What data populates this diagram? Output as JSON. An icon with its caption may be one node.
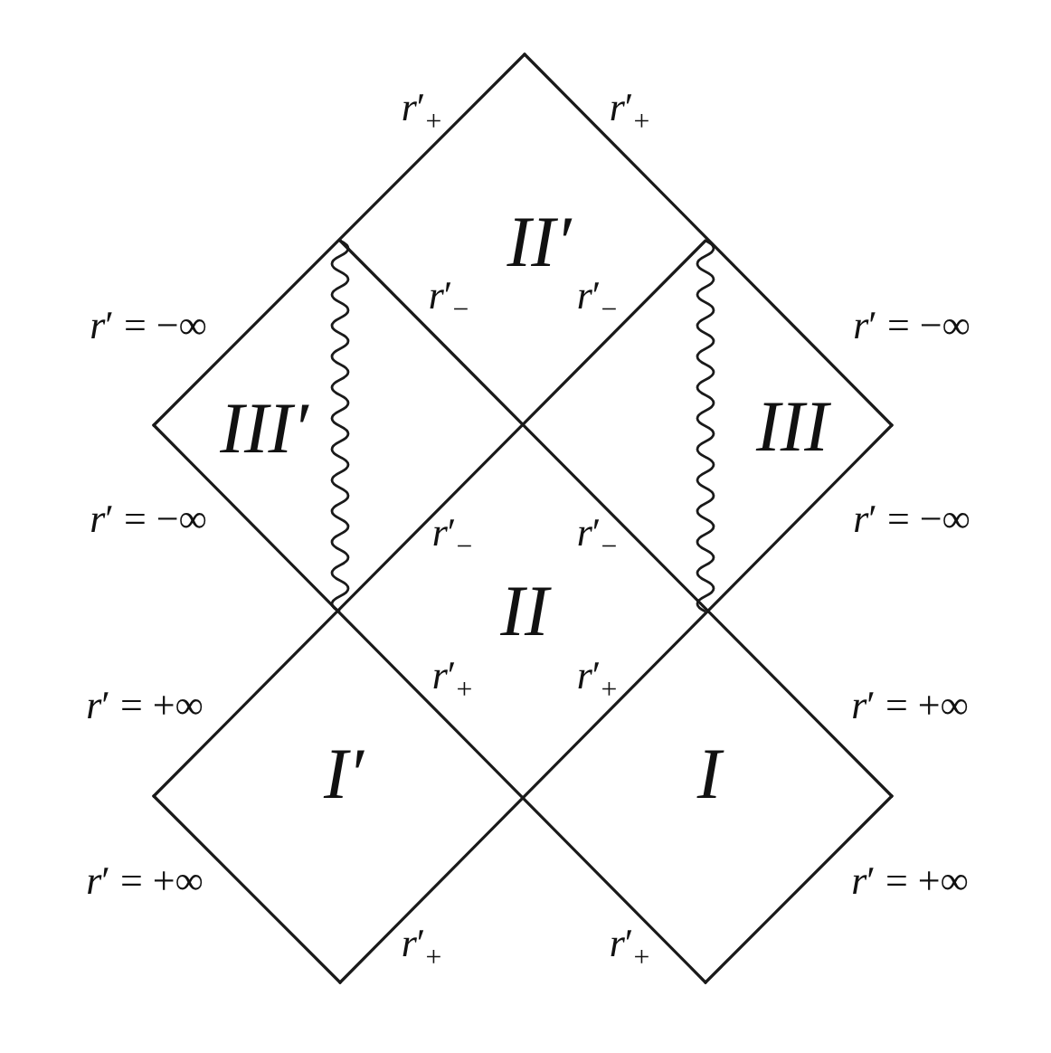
{
  "diagram": {
    "labels": [
      "*r*′$_{+}$",
      "*r*′$_{+}$",
      "II′",
      "*r*′ = −∞",
      "*r*′$_{−}$",
      "*r*′$_{−}$",
      "*r*′ = −∞",
      "III′",
      "III",
      "*r*′ = −∞",
      "*r*′$_{−}$",
      "*r*′$_{−}$",
      "*r*′ = −∞",
      "II",
      "*r*′ = +∞",
      "*r*′$_{+}$",
      "*r*′$_{+}$",
      "*r*′ = +∞",
      "I′",
      "I",
      "*r*′ = +∞",
      "*r*′ = +∞",
      "*r*′$_{+}$",
      "*r*′$_{+}$"
    ]
  }
}
